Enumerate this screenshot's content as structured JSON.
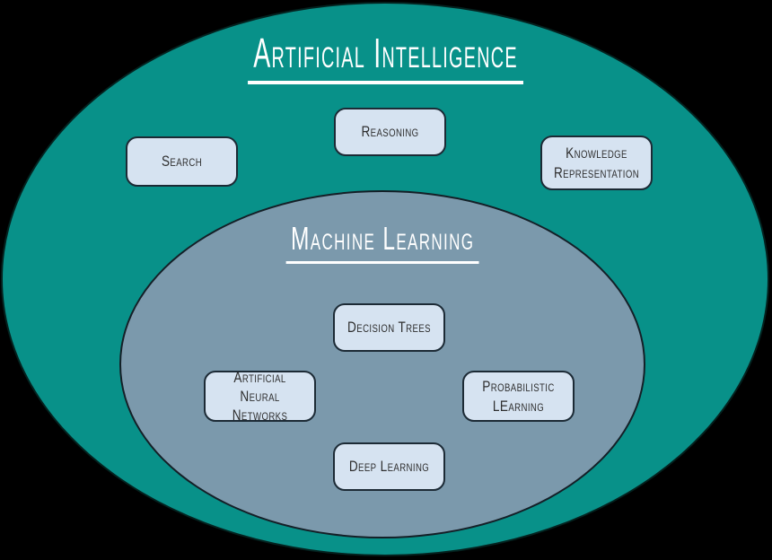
{
  "diagram": {
    "background_color": "#000000",
    "title_text_color": "#ffffff",
    "ai": {
      "title": "Artificial Intelligence",
      "fill_color": "#089189",
      "nodes": {
        "search": {
          "label": "Search"
        },
        "reasoning": {
          "label": "Reasoning"
        },
        "knowledge_representation": {
          "label": "Knowledge Representation"
        }
      }
    },
    "ml": {
      "title": "Machine Learning",
      "fill_color": "#7b99ac",
      "nodes": {
        "decision_trees": {
          "label": "Decision Trees"
        },
        "artificial_neural_networks": {
          "label": "Artificial Neural Networks"
        },
        "probabilistic_learning": {
          "label": "Probabilistic LEarning"
        },
        "deep_learning": {
          "label": "Deep Learning"
        }
      }
    },
    "node_style": {
      "fill_color": "#d6e3f1",
      "border_color": "#1c2a35",
      "text_color": "#2e2e2e"
    }
  }
}
